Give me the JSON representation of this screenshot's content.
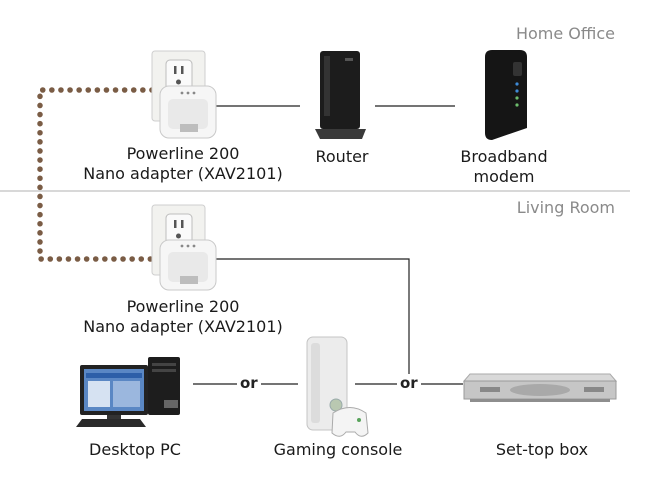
{
  "rooms": {
    "home_office": "Home Office",
    "living_room": "Living Room"
  },
  "devices": {
    "adapter_top": {
      "line1": "Powerline 200",
      "line2": "Nano adapter (XAV2101)"
    },
    "router": "Router",
    "modem": {
      "line1": "Broadband",
      "line2": "modem"
    },
    "adapter_bottom": {
      "line1": "Powerline 200",
      "line2": "Nano adapter (XAV2101)"
    },
    "desktop": "Desktop PC",
    "console": "Gaming console",
    "settop": "Set-top box"
  },
  "connectors": {
    "or_left": "or",
    "or_right": "or"
  },
  "colors": {
    "powerline_dots": "#7a5c45",
    "divider": "#cccccc",
    "room_label": "#8a8a8a"
  }
}
